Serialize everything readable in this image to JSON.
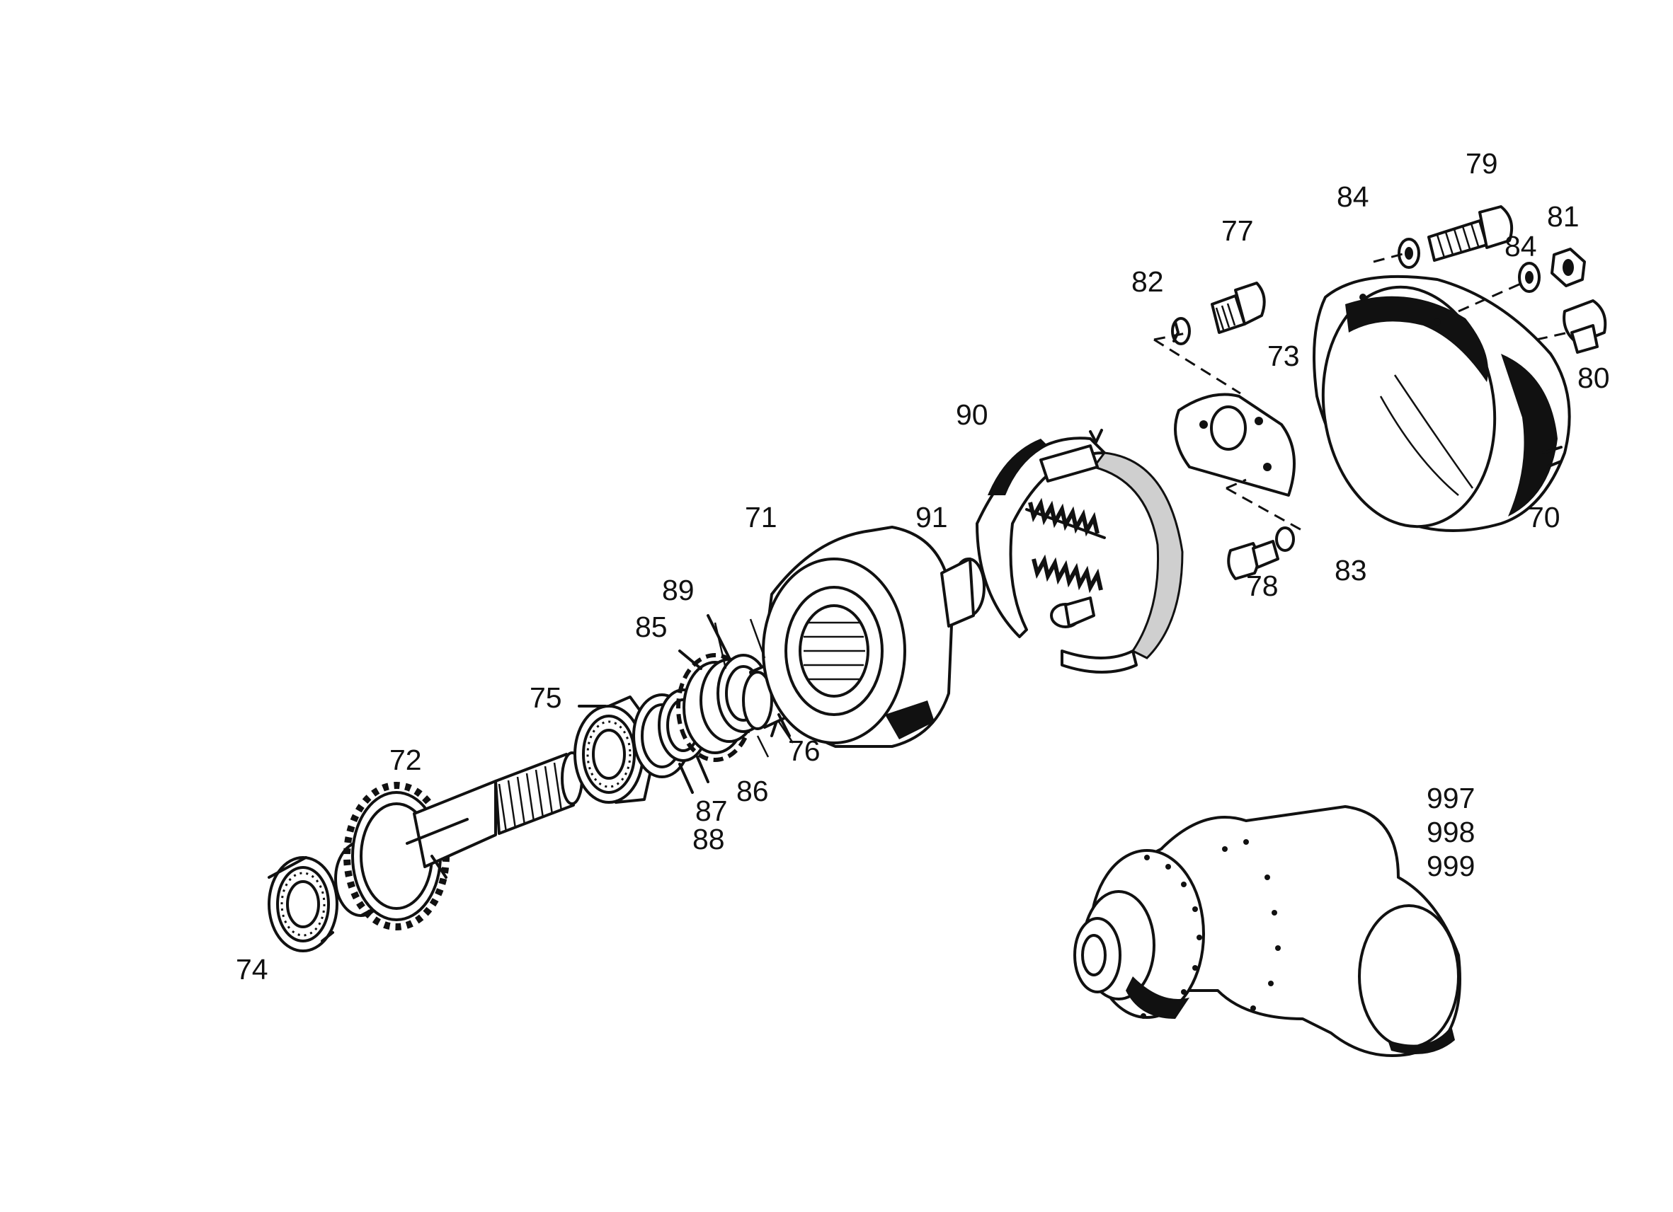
{
  "diagram": {
    "labels": {
      "l70": "70",
      "l71": "71",
      "l72": "72",
      "l73": "73",
      "l74": "74",
      "l75": "75",
      "l76": "76",
      "l77": "77",
      "l78": "78",
      "l79": "79",
      "l80": "80",
      "l81": "81",
      "l82": "82",
      "l83": "83",
      "l84a": "84",
      "l84b": "84",
      "l85": "85",
      "l86": "86",
      "l87": "87",
      "l88": "88",
      "l89": "89",
      "l90": "90",
      "l91": "91",
      "l997": "997",
      "l998": "998",
      "l999": "999"
    }
  }
}
